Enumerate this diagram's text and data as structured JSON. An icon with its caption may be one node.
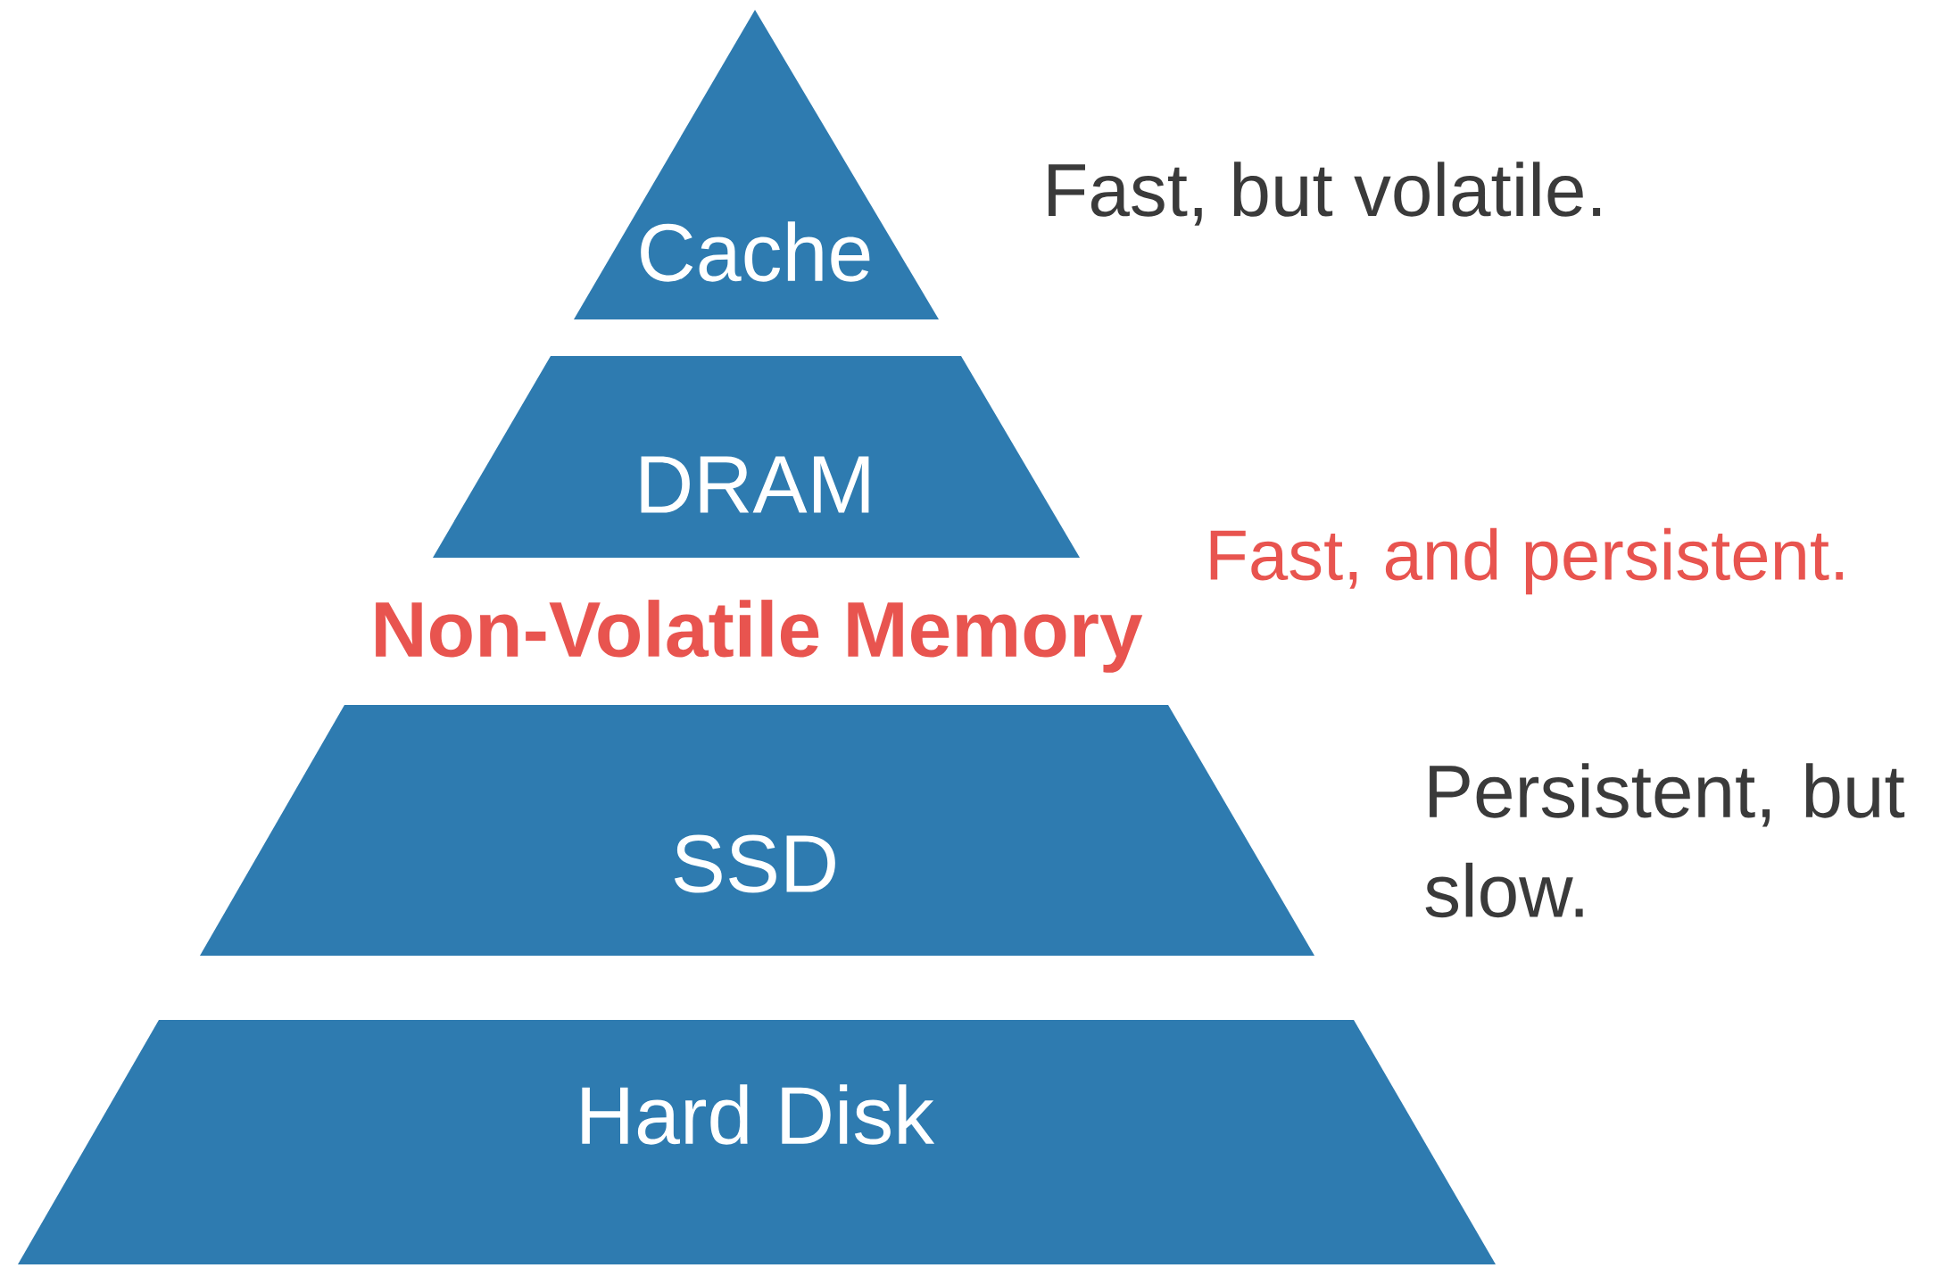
{
  "diagram": {
    "nodes": [
      {
        "text": [
          "Cache"
        ]
      },
      {
        "text": [
          "DRAM"
        ]
      },
      {
        "text": [
          "SSD"
        ]
      },
      {
        "text": [
          "Hard Disk"
        ]
      }
    ],
    "labels": [
      "Non-Volatile Memory",
      "Fast, but volatile.",
      "Fast, and persistent.",
      "Persistent, but slow."
    ]
  }
}
